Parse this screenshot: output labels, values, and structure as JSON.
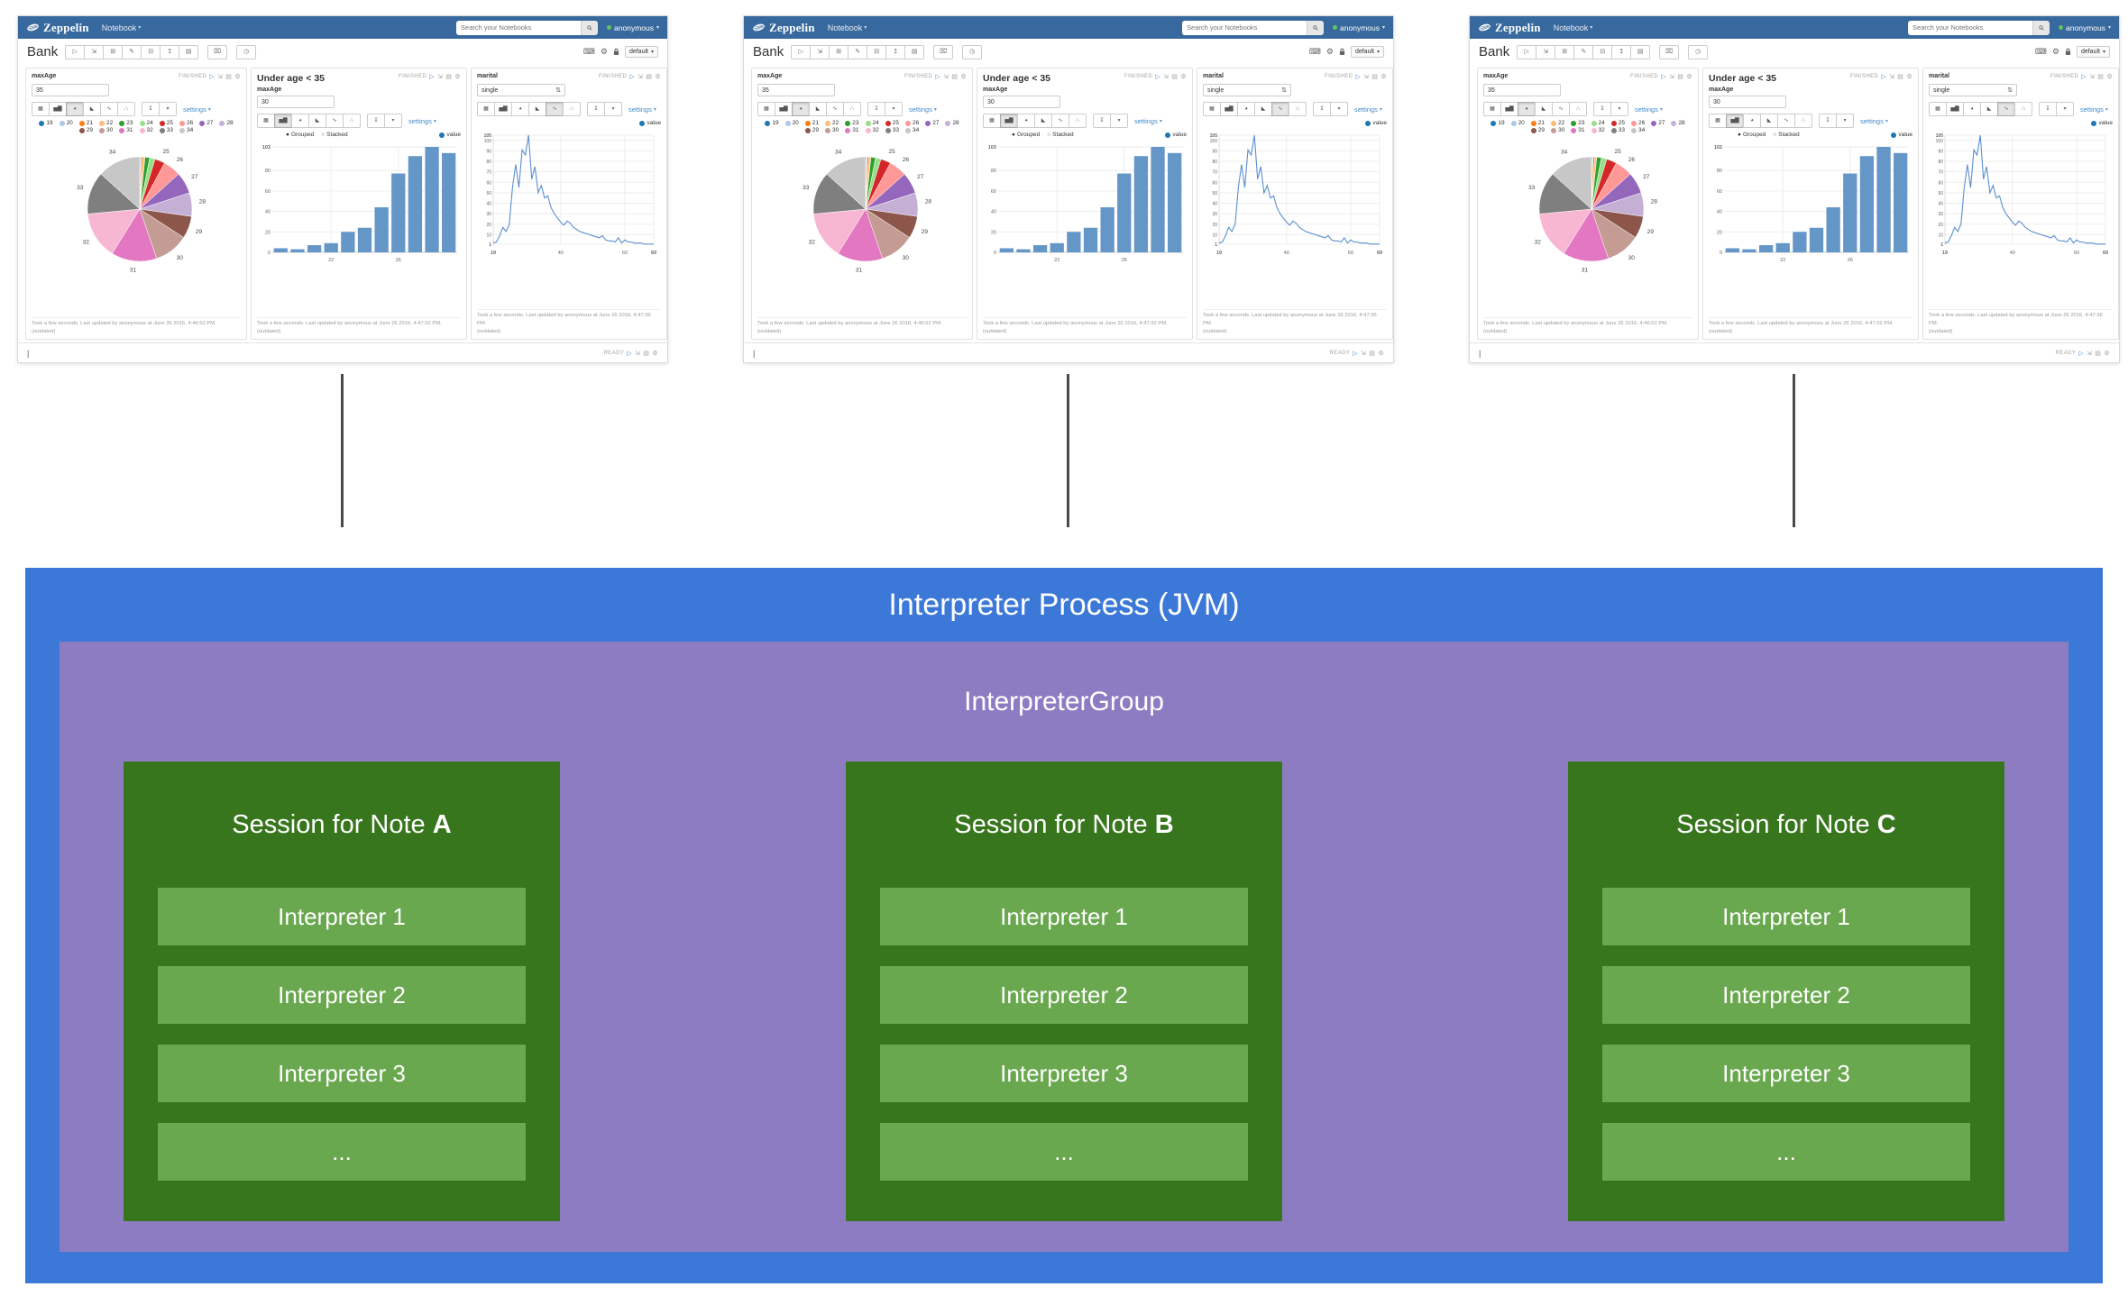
{
  "window": {
    "navbar": {
      "brand": "Zeppelin",
      "menu_label": "Notebook",
      "search_placeholder": "Search your Notebooks",
      "username": "anonymous"
    },
    "note_toolbar": {
      "title": "Bank",
      "interpreter_binding": "default"
    },
    "chart_toolbar": {
      "settings_label": "settings"
    },
    "statusbar": {
      "status": "READY",
      "cursor": "|"
    },
    "icons": {
      "play": "▷",
      "expand": "⇲",
      "book": "▤",
      "gear": "⚙",
      "grid": "⊞",
      "pencil": "✎",
      "copy": "⊟",
      "upload": "↥",
      "doc": "▤",
      "trash": "⌧",
      "clock": "◷",
      "keyboard": "⌨",
      "lock": "",
      "caret": "▾",
      "download": "↧",
      "chart_table": "▦",
      "chart_bar": "▅▇",
      "chart_pie": "◕",
      "chart_area": "◣",
      "chart_line": "∿",
      "chart_scatter": "∴",
      "radio_on": "●",
      "radio_off": "○",
      "stepper": "⇅"
    },
    "paragraphs": [
      {
        "status": "FINISHED",
        "form_label": "maxAge",
        "form_value": "35",
        "footer_line1": "Took a few seconds. Last updated by anonymous at June 26 2016, 4:46:52 PM.",
        "footer_line2": "(outdated)"
      },
      {
        "status": "FINISHED",
        "title": "Under age < 35",
        "form_label": "maxAge",
        "form_value": "30",
        "grouped_label": "Grouped",
        "stacked_label": "Stacked",
        "legend_label": "value",
        "footer_line1": "Took a few seconds. Last updated by anonymous at June 26 2016, 4:47:32 PM.",
        "footer_line2": "(outdated)"
      },
      {
        "status": "FINISHED",
        "form_label": "marital",
        "form_value": "single",
        "legend_label": "value",
        "footer_line1": "Took a few seconds. Last updated by anonymous at June 26 2016, 4:47:36 PM.",
        "footer_line2": "(outdated)"
      }
    ]
  },
  "chart_data": [
    {
      "type": "pie",
      "title": "Age distribution (age < 35)",
      "categories": [
        "19",
        "20",
        "21",
        "22",
        "23",
        "24",
        "25",
        "26",
        "27",
        "28",
        "29",
        "30",
        "31",
        "32",
        "33",
        "34"
      ],
      "values": [
        4,
        3,
        7,
        9,
        20,
        24,
        44,
        77,
        94,
        103,
        97,
        150,
        199,
        207,
        186,
        188
      ],
      "colors": [
        "#1f77b4",
        "#aec7e8",
        "#ff7f0e",
        "#ffbb78",
        "#2ca02c",
        "#98df8a",
        "#d62728",
        "#ff9896",
        "#9467bd",
        "#c5b0d5",
        "#8c564b",
        "#c49c94",
        "#e377c2",
        "#f7b6d2",
        "#7f7f7f",
        "#c7c7c7"
      ],
      "legend_position": "top",
      "label_min_share": 0.023
    },
    {
      "type": "bar",
      "title": "Under age < 35",
      "categories": [
        "19",
        "20",
        "21",
        "22",
        "23",
        "24",
        "25",
        "26",
        "27",
        "28",
        "29"
      ],
      "values": [
        4,
        3,
        7,
        9,
        20,
        24,
        44,
        77,
        94,
        103,
        97
      ],
      "ylim": [
        0,
        103
      ],
      "yticks": [
        103,
        80,
        60,
        40,
        20,
        0
      ],
      "xtick_indices": [
        3,
        7
      ],
      "xtick_labels": [
        "22",
        "26"
      ],
      "bar_color": "#6496c8",
      "legend": [
        "value"
      ],
      "legend_color": "#1f77b4",
      "modes": [
        "Grouped",
        "Stacked"
      ],
      "grid": true
    },
    {
      "type": "line",
      "title": "marital = single, count by age",
      "x": [
        19,
        20,
        21,
        22,
        23,
        24,
        25,
        26,
        27,
        28,
        29,
        30,
        31,
        32,
        33,
        34,
        35,
        36,
        37,
        38,
        39,
        40,
        41,
        42,
        43,
        44,
        45,
        46,
        47,
        48,
        49,
        50,
        51,
        52,
        53,
        54,
        55,
        56,
        57,
        58,
        59,
        60,
        61,
        62,
        63,
        64,
        65,
        66,
        67,
        68,
        69
      ],
      "y": [
        2,
        3,
        9,
        17,
        13,
        20,
        55,
        77,
        55,
        91,
        86,
        105,
        63,
        75,
        50,
        57,
        45,
        47,
        36,
        30,
        26,
        22,
        19,
        23,
        21,
        17,
        15,
        13,
        12,
        11,
        10,
        9,
        8,
        7,
        9,
        5,
        4,
        4,
        3,
        7,
        2,
        5,
        3,
        3,
        2,
        2,
        2,
        1,
        1,
        1,
        1
      ],
      "ylim": [
        0,
        105
      ],
      "yticks": [
        105,
        100,
        90,
        80,
        70,
        60,
        50,
        40,
        30,
        20,
        10,
        1
      ],
      "xticks": [
        19,
        40,
        60,
        69
      ],
      "line_color": "#5b8fd0",
      "legend": [
        "value"
      ],
      "legend_color": "#1f77b4",
      "grid": true
    }
  ],
  "diagram": {
    "process_title": "Interpreter Process (JVM)",
    "group_title": "InterpreterGroup",
    "sessions": [
      {
        "label": "Session for Note ",
        "note": "A",
        "interpreters": [
          "Interpreter 1",
          "Interpreter 2",
          "Interpreter 3",
          "..."
        ]
      },
      {
        "label": "Session for Note ",
        "note": "B",
        "interpreters": [
          "Interpreter 1",
          "Interpreter 2",
          "Interpreter 3",
          "..."
        ]
      },
      {
        "label": "Session for Note ",
        "note": "C",
        "interpreters": [
          "Interpreter 1",
          "Interpreter 2",
          "Interpreter 3",
          "..."
        ]
      }
    ],
    "colors": {
      "process_bg": "#3c78d8",
      "group_bg": "#8e7cc3",
      "session_bg": "#38761d",
      "interpreter_bg": "#6aa84f",
      "text": "#ffffff",
      "connector": "#4a4a4a"
    }
  }
}
